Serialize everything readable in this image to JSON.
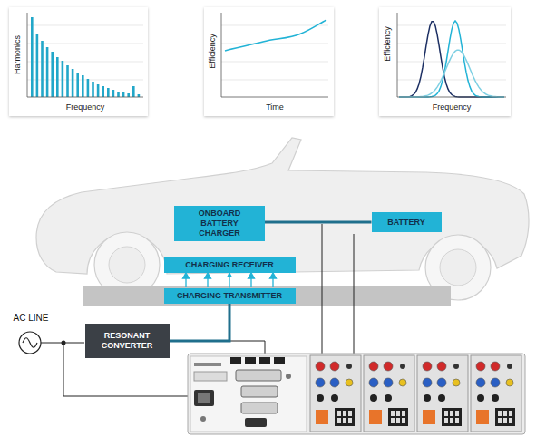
{
  "diagram": {
    "nodes": [
      {
        "text": [
          "ONBOARD BATTERY CHARGER"
        ]
      },
      {
        "text": [
          "BATTERY"
        ]
      },
      {
        "text": [
          "CHARGING RECEIVER"
        ]
      },
      {
        "text": [
          "CHARGING TRANSMITTER"
        ]
      },
      {
        "text": [
          "RESONANT CONVERTER"
        ]
      }
    ],
    "edges": [
      {
        "from": 4,
        "to": 3,
        "arrow": "none"
      },
      {
        "from": 0,
        "to": 1,
        "arrow": "none"
      },
      {
        "from": 3,
        "to": 2,
        "arrow": "to"
      }
    ],
    "labels": [
      "Harmonics",
      "Frequency",
      "Efficiency",
      "Time",
      "Efficiency",
      "Frequency",
      "AC LINE"
    ]
  }
}
